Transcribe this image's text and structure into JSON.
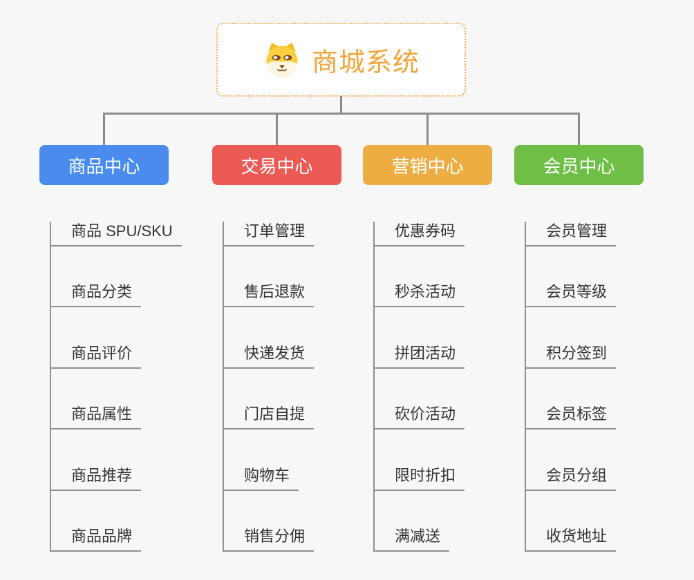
{
  "canvas": {
    "background_color": "#f7f7f7",
    "connector_color": "#8c8c8c",
    "child_line_color": "#8f8f8f",
    "child_text_color": "#333333"
  },
  "root": {
    "title": "商城系统",
    "icon": "dog-face-icon",
    "text_color": "#f0a63c",
    "border_color": "#f2ae4e",
    "background": "#ffffff"
  },
  "branches": [
    {
      "label": "商品中心",
      "color": "#4a8cee",
      "children": [
        "商品 SPU/SKU",
        "商品分类",
        "商品评价",
        "商品属性",
        "商品推荐",
        "商品品牌"
      ]
    },
    {
      "label": "交易中心",
      "color": "#eb5a55",
      "children": [
        "订单管理",
        "售后退款",
        "快递发货",
        "门店自提",
        "购物车",
        "销售分佣"
      ]
    },
    {
      "label": "营销中心",
      "color": "#edad42",
      "children": [
        "优惠券码",
        "秒杀活动",
        "拼团活动",
        "砍价活动",
        "限时折扣",
        "满减送"
      ]
    },
    {
      "label": "会员中心",
      "color": "#6fbf46",
      "children": [
        "会员管理",
        "会员等级",
        "积分签到",
        "会员标签",
        "会员分组",
        "收货地址"
      ]
    }
  ]
}
